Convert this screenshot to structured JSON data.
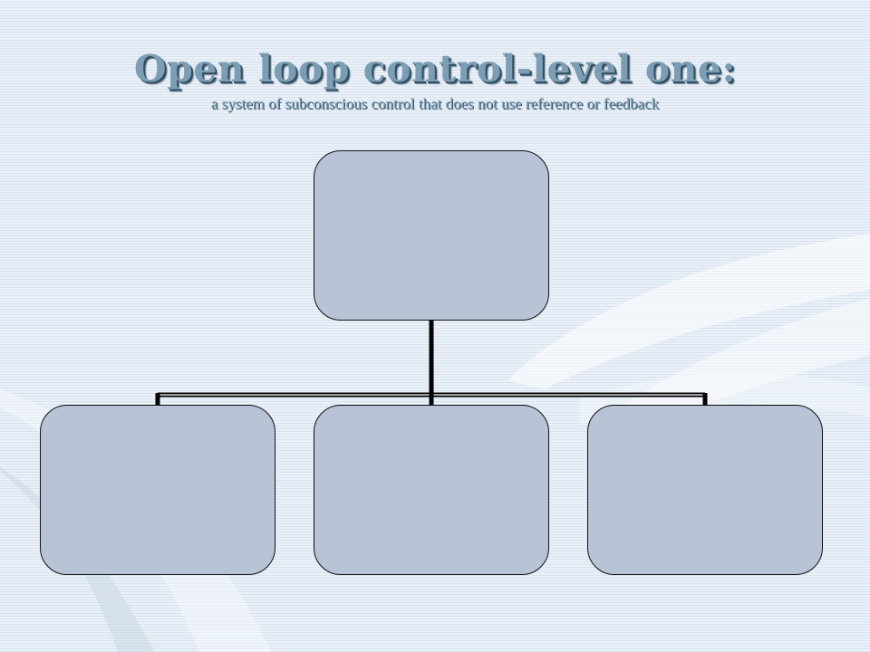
{
  "slide": {
    "title": "Open loop control-level one:",
    "subtitle": "a system of subconscious control that does not use reference or feedback"
  },
  "diagram": {
    "type": "hierarchy",
    "root": {
      "label": ""
    },
    "children": [
      {
        "label": ""
      },
      {
        "label": ""
      },
      {
        "label": ""
      }
    ]
  },
  "colors": {
    "background": "#e4ecf5",
    "title_fill": "#7c9eb4",
    "title_shadow": "#2f4e62",
    "node_fill": "#b8c4d6",
    "connector": "#000000"
  }
}
